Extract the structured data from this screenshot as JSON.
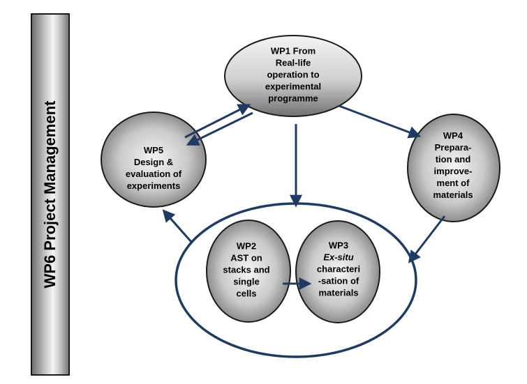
{
  "management_bar": {
    "label": "WP6 Project Management"
  },
  "nodes": {
    "wp1": {
      "lines": [
        "WP1 From",
        "Real-life",
        "operation to",
        "experimental",
        "programme"
      ]
    },
    "wp5": {
      "lines": [
        "WP5",
        "Design &",
        "evaluation of",
        "experiments"
      ]
    },
    "wp4": {
      "lines": [
        "WP4",
        "Prepara-",
        "tion and",
        "improve-",
        "ment of",
        "materials"
      ]
    },
    "wp2": {
      "lines": [
        "WP2",
        "AST on",
        "stacks and",
        "single",
        "cells"
      ]
    },
    "wp3": {
      "lines": [
        "WP3",
        "Ex-situ",
        "characteri",
        "-sation of",
        "materials"
      ]
    }
  },
  "colors": {
    "arrow": "#1f3a63",
    "ellipse_outline": "#1f3a63",
    "node_dark": "#6e6e6e",
    "node_light": "#f2f2f2"
  }
}
